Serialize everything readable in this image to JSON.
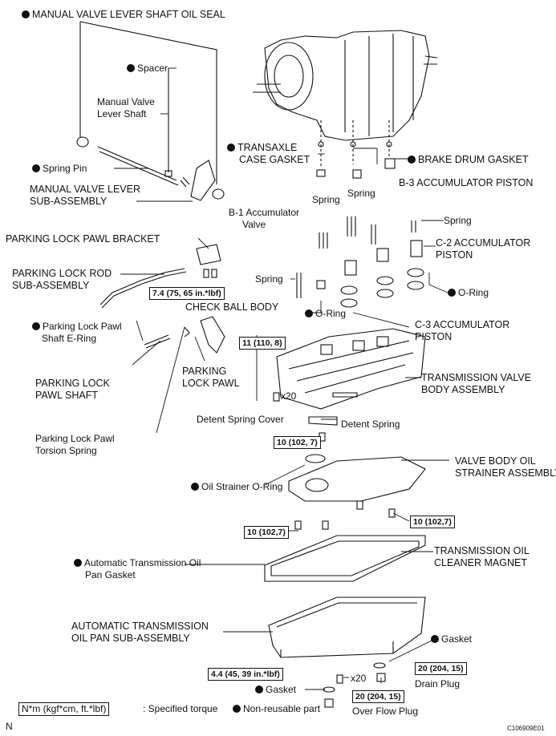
{
  "labels": {
    "manual_valve_lever_shaft_oil_seal": "MANUAL VALVE LEVER SHAFT OIL SEAL",
    "spacer": "Spacer",
    "manual_valve_lever_shaft_1": "Manual Valve",
    "manual_valve_lever_shaft_2": "Lever Shaft",
    "spring_pin": "Spring Pin",
    "manual_valve_lever_sub_1": "MANUAL VALVE LEVER",
    "manual_valve_lever_sub_2": "SUB-ASSEMBLY",
    "transaxle_case_gasket_1": "TRANSAXLE",
    "transaxle_case_gasket_2": "CASE GASKET",
    "brake_drum_gasket": "BRAKE DRUM GASKET",
    "b3_accumulator_piston": "B-3 ACCUMULATOR PISTON",
    "spring_a": "Spring",
    "spring_b": "Spring",
    "b1_accumulator_valve_1": "B-1 Accumulator",
    "b1_accumulator_valve_2": "Valve",
    "spring_c": "Spring",
    "c2_accumulator_piston_1": "C-2 ACCUMULATOR",
    "c2_accumulator_piston_2": "PISTON",
    "parking_lock_pawl_bracket": "PARKING LOCK PAWL BRACKET",
    "parking_lock_rod_1": "PARKING LOCK ROD",
    "parking_lock_rod_2": "SUB-ASSEMBLY",
    "spring_d": "Spring",
    "o_ring_right": "O-Ring",
    "check_ball_body": "CHECK BALL BODY",
    "o_ring_left": "O-Ring",
    "parking_lock_pawl_shaft_ering_1": "Parking Lock Pawl",
    "parking_lock_pawl_shaft_ering_2": "Shaft E-Ring",
    "c3_accumulator_piston_1": "C-3 ACCUMULATOR",
    "c3_accumulator_piston_2": "PISTON",
    "parking_lock_pawl_1": "PARKING",
    "parking_lock_pawl_2": "LOCK PAWL",
    "transmission_valve_body_1": "TRANSMISSION VALVE",
    "transmission_valve_body_2": "BODY ASSEMBLY",
    "parking_lock_pawl_shaft_1": "PARKING LOCK",
    "parking_lock_pawl_shaft_2": "PAWL SHAFT",
    "detent_spring_cover": "Detent Spring Cover",
    "detent_spring": "Detent Spring",
    "parking_lock_pawl_torsion_1": "Parking Lock Pawl",
    "parking_lock_pawl_torsion_2": "Torsion Spring",
    "valve_body_oil_strainer_1": "VALVE BODY OIL",
    "valve_body_oil_strainer_2": "STRAINER ASSEMBLY",
    "oil_strainer_o_ring": "Oil Strainer O-Ring",
    "atf_pan_gasket_1": "Automatic Transmission Oil",
    "atf_pan_gasket_2": "Pan Gasket",
    "cleaner_magnet_1": "TRANSMISSION OIL",
    "cleaner_magnet_2": "CLEANER MAGNET",
    "oil_pan_1": "AUTOMATIC TRANSMISSION",
    "oil_pan_2": "OIL PAN SUB-ASSEMBLY",
    "gasket_right": "Gasket",
    "drain_plug": "Drain Plug",
    "gasket_left": "Gasket",
    "over_flow_plug": "Over Flow Plug"
  },
  "torques": {
    "t_7_4": "7.4 (75, 65 in.*lbf)",
    "t_11": "11 (110, 8)",
    "t_10_a": "10 (102, 7)",
    "t_10_b": "10 (102,7)",
    "t_10_c": "10 (102,7)",
    "t_4_4": "4.4 (45, 39 in.*lbf)",
    "t_20_a": "20 (204, 15)",
    "t_20_b": "20 (204, 15)"
  },
  "quantities": {
    "x20_valve_body": "x20",
    "x20_oil_pan": "x20"
  },
  "legend": {
    "torque_unit": "N*m (kgf*cm, ft.*lbf)",
    "torque_text": ": Specified torque",
    "nonreusable_text": "Non-reusable part"
  },
  "footer": {
    "corner_letter": "N",
    "figure_code": "C106909E01"
  }
}
